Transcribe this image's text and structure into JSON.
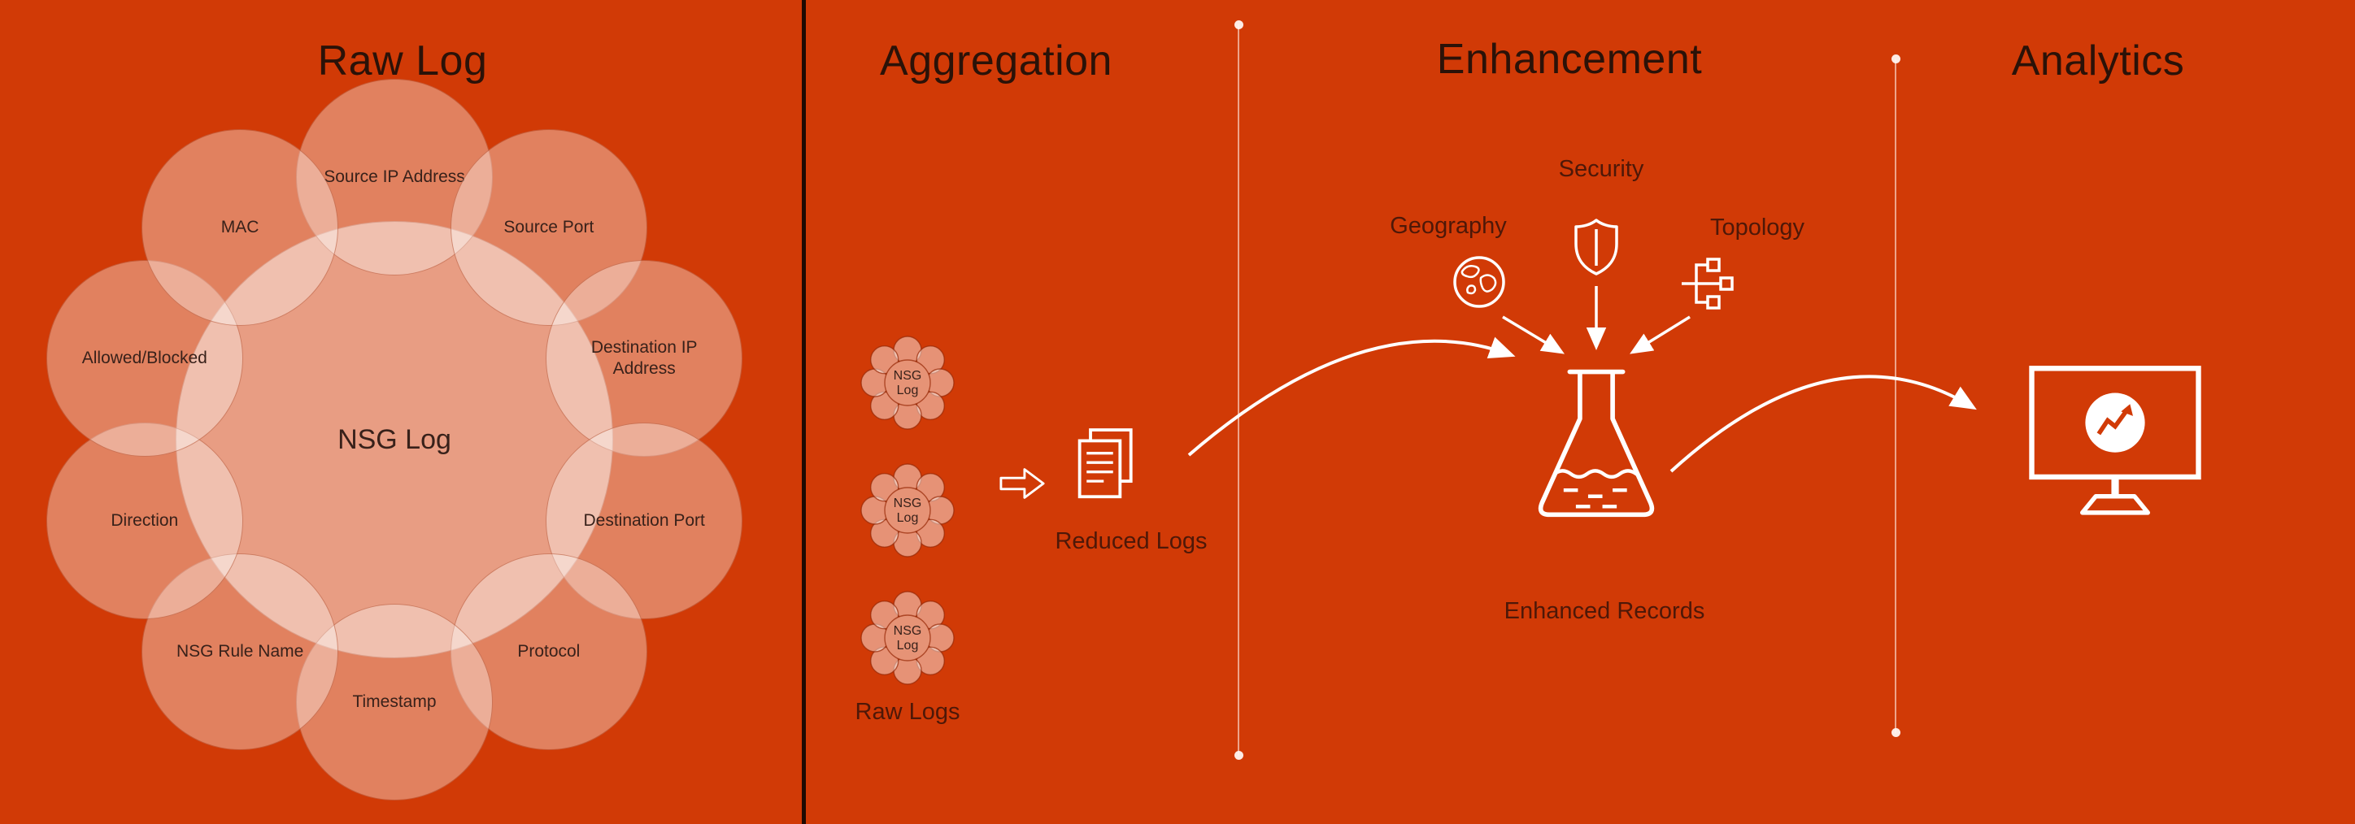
{
  "colors": {
    "background": "#D13A06",
    "heading": "#2B1208",
    "label": "#4E1808",
    "circle_label": "#38211A",
    "icon": "#FFFFFF",
    "circle_outline": "rgba(164,44,4,0.45)",
    "circle_fill": "rgba(255,255,255,0.36)",
    "center_fill": "rgba(255,255,255,0.5)",
    "cluster_fill": "#E69376",
    "divider_dark": "#1F0A02",
    "divider_light": "rgba(255,235,226,0.6)"
  },
  "sections": {
    "raw_log": {
      "title": "Raw Log",
      "center_label": "NSG Log",
      "fields": [
        "Source IP Address",
        "Source Port",
        "Destination IP Address",
        "Destination Port",
        "Protocol",
        "Timestamp",
        "NSG Rule Name",
        "Direction",
        "Allowed/Blocked",
        "MAC"
      ]
    },
    "aggregation": {
      "title": "Aggregation",
      "clusters": [
        "NSG Log",
        "NSG Log",
        "NSG Log"
      ],
      "raw_logs_label": "Raw Logs",
      "reduced_logs_label": "Reduced Logs",
      "flow_arrow_icon": "right-block-arrow-icon",
      "reduced_logs_icon": "documents-icon"
    },
    "enhancement": {
      "title": "Enhancement",
      "inputs": [
        {
          "label": "Geography",
          "icon": "globe-icon"
        },
        {
          "label": "Security",
          "icon": "shield-icon"
        },
        {
          "label": "Topology",
          "icon": "network-nodes-icon"
        }
      ],
      "output_label": "Enhanced Records",
      "output_icon": "flask-icon"
    },
    "analytics": {
      "title": "Analytics",
      "icon": "monitor-chart-icon"
    }
  }
}
